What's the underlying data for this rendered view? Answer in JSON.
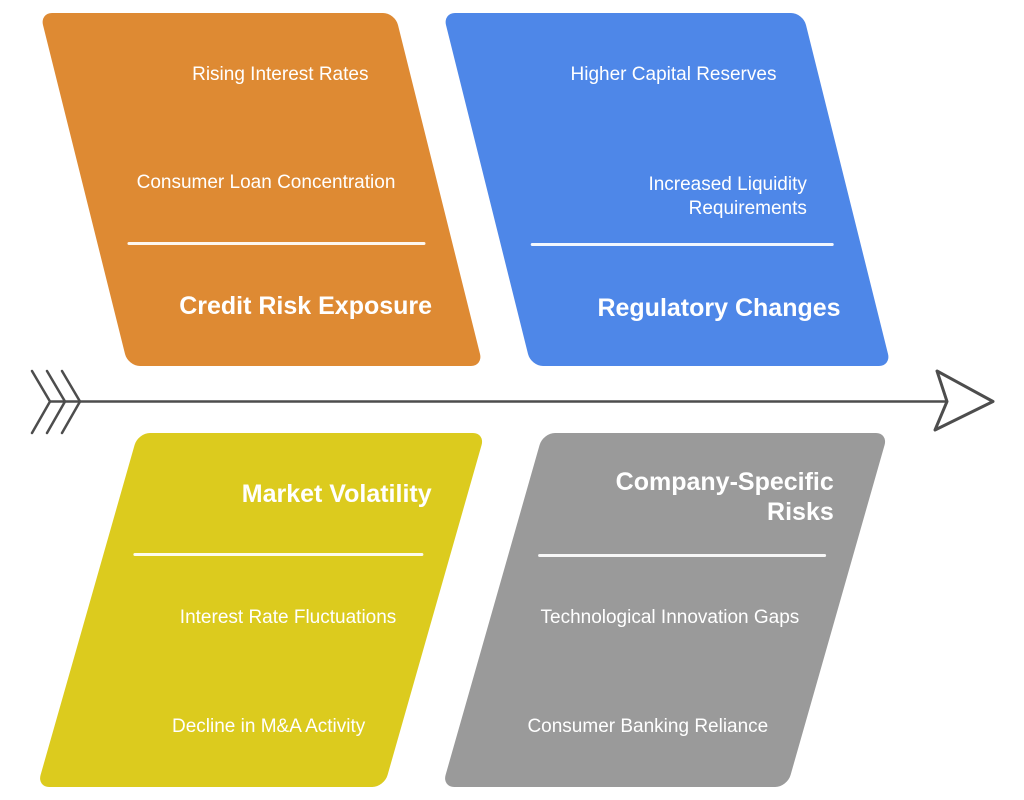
{
  "diagram": {
    "background": "#ffffff",
    "text_color": "#ffffff",
    "arrow_color": "#4d4d4d",
    "quadrants": {
      "credit_risk": {
        "color": "#de8a33",
        "title": "Credit Risk Exposure",
        "items": [
          "Rising Interest Rates",
          "Consumer Loan Concentration"
        ]
      },
      "regulatory": {
        "color": "#4e87e8",
        "title": "Regulatory Changes",
        "items": [
          "Higher Capital Reserves",
          "Increased Liquidity\nRequirements"
        ]
      },
      "market_volatility": {
        "color": "#dccb1e",
        "title": "Market Volatility",
        "items": [
          "Interest Rate Fluctuations",
          "Decline in M&A Activity"
        ]
      },
      "company_specific": {
        "color": "#9a9a9a",
        "title": "Company-Specific\nRisks",
        "items": [
          "Technological Innovation Gaps",
          "Consumer Banking Reliance"
        ]
      }
    }
  }
}
